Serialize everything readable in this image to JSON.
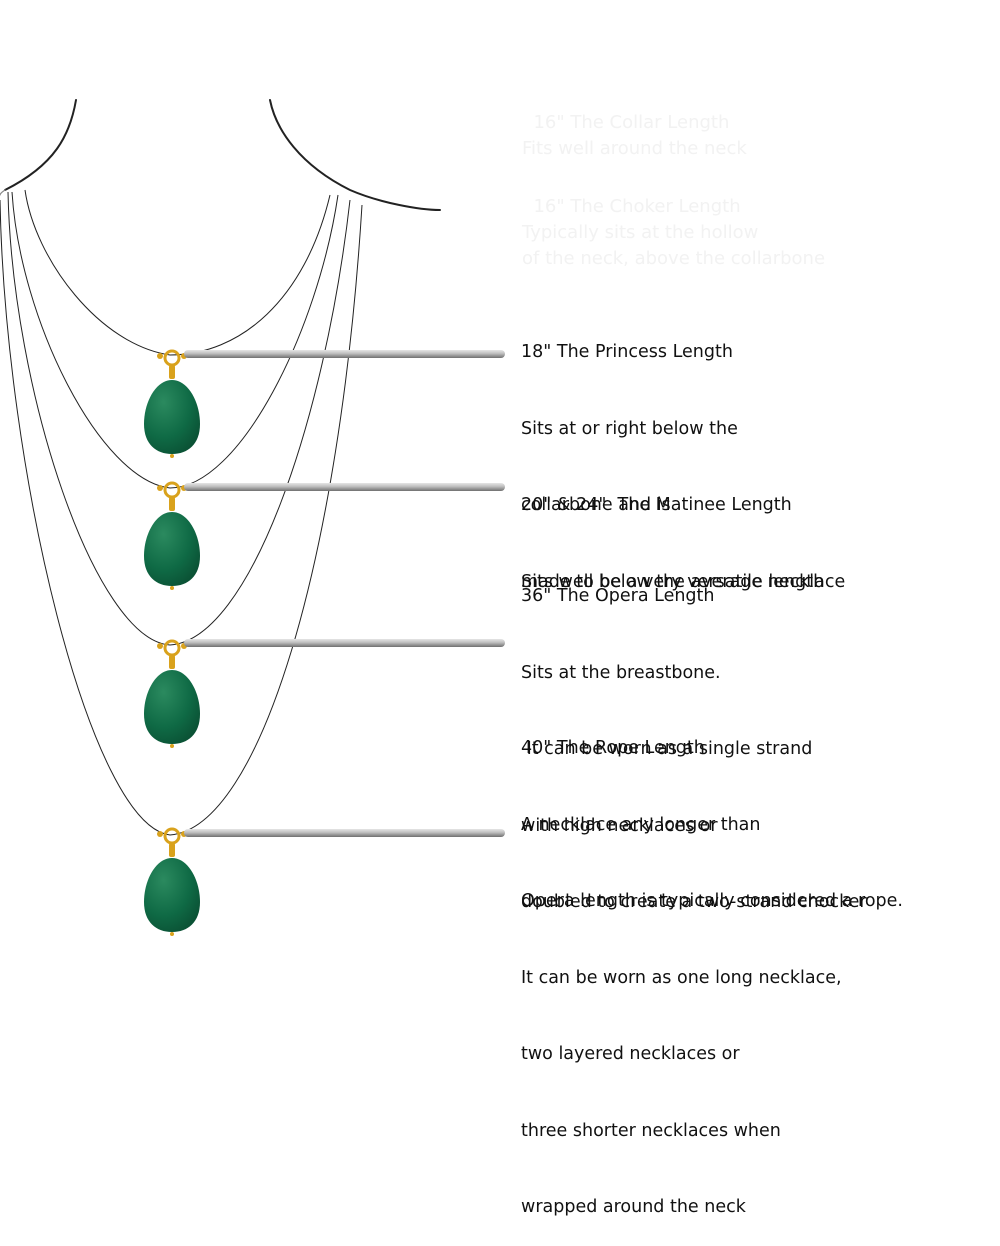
{
  "faded_labels": [
    {
      "lines": [
        "16\" The Collar Length",
        "Fits well around the neck"
      ]
    },
    {
      "lines": [
        "16\" The Choker Length",
        "Typically sits at the hollow",
        "of the neck, above the collarbone"
      ]
    }
  ],
  "lengths": [
    {
      "id": "princess",
      "lines": [
        "18\" The Princess Length",
        "Sits at or right below the",
        "collarbone and is",
        "made to be a very versatile length"
      ]
    },
    {
      "id": "matinee",
      "lines": [
        "20\" & 24\"  The Matinee Length",
        "Sits well below the average necklace"
      ]
    },
    {
      "id": "opera",
      "lines": [
        "36\" The Opera Length",
        "Sits at the breastbone.",
        " It can be worn as a single strand",
        "with high necklaces or",
        "doubled to create a two-strand chocker"
      ]
    },
    {
      "id": "rope",
      "lines": [
        "40\" The Rope Length",
        "A necklace any longer than",
        "Opera length is typically considered a rope.",
        "It can be worn as one long necklace,",
        "two layered necklaces or",
        "three shorter necklaces when",
        "wrapped around the neck"
      ]
    }
  ],
  "colors": {
    "pendant": "#0f6a45",
    "pendant_highlight": "#2b8a5f",
    "clasp": "#d9a21c",
    "pointer": "#9a9a9a",
    "outline": "#222222",
    "text": "#111111"
  }
}
